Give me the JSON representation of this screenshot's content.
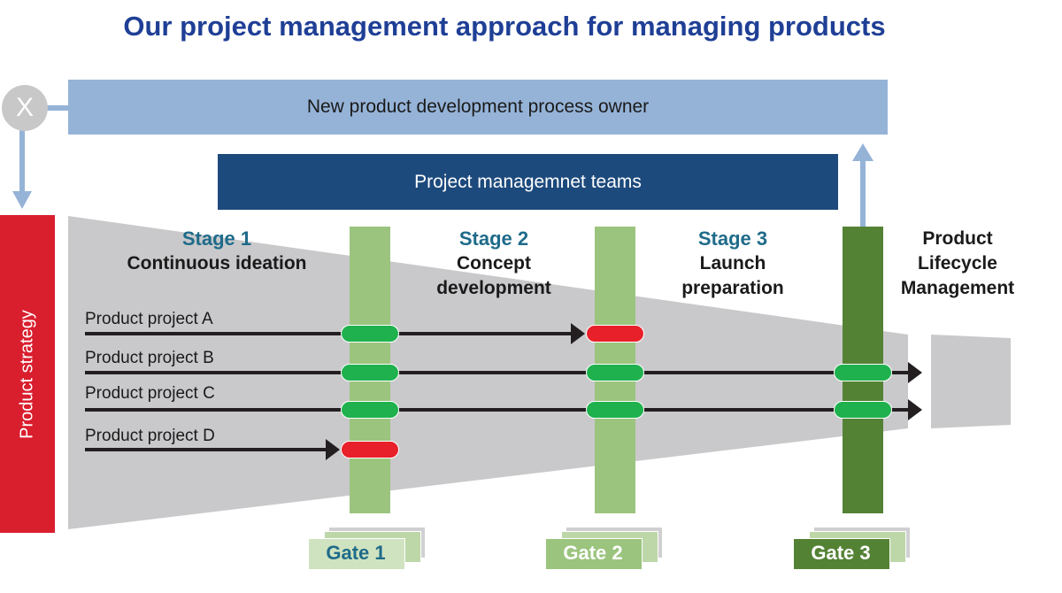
{
  "title": "Our project management approach for managing products",
  "owner_label": "New product development process owner",
  "owner_icon": "X",
  "teams_label": "Project managemnet teams",
  "strategy_label": "Product strategy",
  "stages": [
    {
      "title": "Stage 1",
      "subtitle": "Continuous ideation"
    },
    {
      "title": "Stage 2",
      "subtitle_line1": "Concept",
      "subtitle_line2": "development"
    },
    {
      "title": "Stage 3",
      "subtitle_line1": "Launch",
      "subtitle_line2": "preparation"
    }
  ],
  "lifecycle": {
    "line1": "Product",
    "line2": "Lifecycle",
    "line3": "Management"
  },
  "projects": [
    {
      "name": "Product project A",
      "gates": [
        "pass",
        "fail"
      ]
    },
    {
      "name": "Product project B",
      "gates": [
        "pass",
        "pass",
        "pass"
      ]
    },
    {
      "name": "Product project C",
      "gates": [
        "pass",
        "pass",
        "pass"
      ]
    },
    {
      "name": "Product project D",
      "gates": [
        "fail"
      ]
    }
  ],
  "gates": [
    "Gate 1",
    "Gate 2",
    "Gate 3"
  ],
  "colors": {
    "pass": "#1fb14e",
    "fail": "#e8202a",
    "gate1": "#9bc47e",
    "gate3": "#548235"
  }
}
